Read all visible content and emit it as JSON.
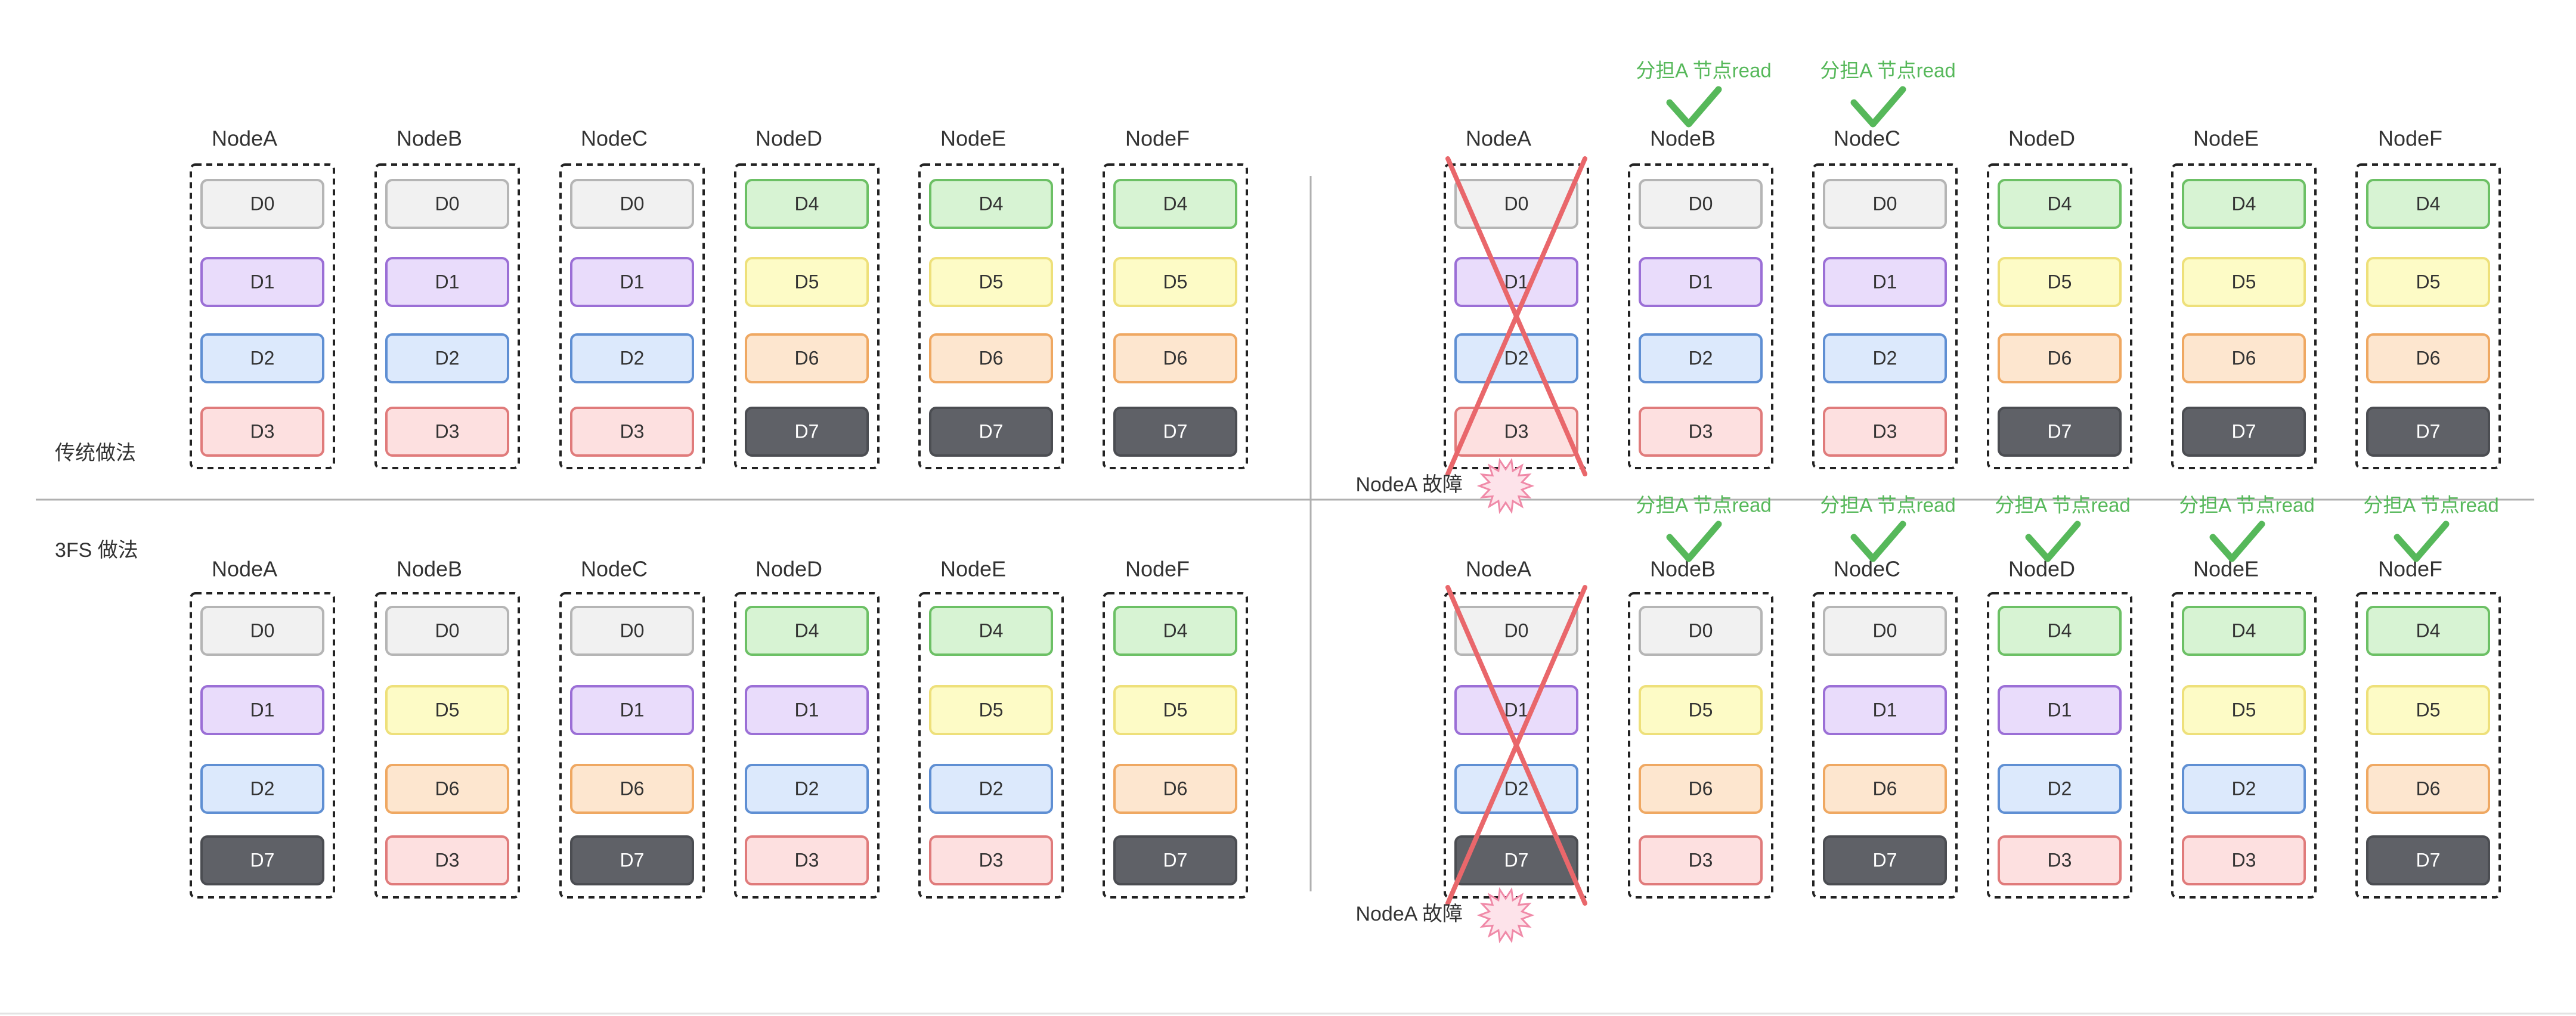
{
  "nodes": [
    "NodeA",
    "NodeB",
    "NodeC",
    "NodeD",
    "NodeE",
    "NodeF"
  ],
  "section_labels": {
    "traditional": "传统做法",
    "3fs": "3FS 做法"
  },
  "failure_label": "NodeA 故障",
  "help_label": "分担A 节点read",
  "chunk_colors": {
    "D0": {
      "fill": "#f1f1f1",
      "stroke": "#b5b5b5",
      "text": "#333333"
    },
    "D1": {
      "fill": "#e9dcfb",
      "stroke": "#9b6fd6",
      "text": "#333333"
    },
    "D2": {
      "fill": "#dce9fc",
      "stroke": "#5f8fd3",
      "text": "#333333"
    },
    "D3": {
      "fill": "#fde0e0",
      "stroke": "#e07b7b",
      "text": "#333333"
    },
    "D4": {
      "fill": "#d7f3d3",
      "stroke": "#6cc065",
      "text": "#333333"
    },
    "D5": {
      "fill": "#fdfbc6",
      "stroke": "#eee07a",
      "text": "#333333"
    },
    "D6": {
      "fill": "#fde6cf",
      "stroke": "#efa862",
      "text": "#333333"
    },
    "D7": {
      "fill": "#5f6167",
      "stroke": "#4b4d52",
      "text": "#ffffff"
    }
  },
  "accent_colors": {
    "cross": "#e9676b",
    "check": "#56b85a",
    "burst": "#f08aa8",
    "divider": "#b0b0b0"
  },
  "panels": [
    {
      "id": "traditional-left",
      "section_label": "traditional",
      "failed_node": null,
      "helpers": [],
      "columns": [
        [
          "D0",
          "D1",
          "D2",
          "D3"
        ],
        [
          "D0",
          "D1",
          "D2",
          "D3"
        ],
        [
          "D0",
          "D1",
          "D2",
          "D3"
        ],
        [
          "D4",
          "D5",
          "D6",
          "D7"
        ],
        [
          "D4",
          "D5",
          "D6",
          "D7"
        ],
        [
          "D4",
          "D5",
          "D6",
          "D7"
        ]
      ]
    },
    {
      "id": "traditional-right",
      "section_label": null,
      "failed_node": 0,
      "helpers": [
        1,
        2
      ],
      "columns": [
        [
          "D0",
          "D1",
          "D2",
          "D3"
        ],
        [
          "D0",
          "D1",
          "D2",
          "D3"
        ],
        [
          "D0",
          "D1",
          "D2",
          "D3"
        ],
        [
          "D4",
          "D5",
          "D6",
          "D7"
        ],
        [
          "D4",
          "D5",
          "D6",
          "D7"
        ],
        [
          "D4",
          "D5",
          "D6",
          "D7"
        ]
      ]
    },
    {
      "id": "3fs-left",
      "section_label": "3fs",
      "failed_node": null,
      "helpers": [],
      "columns": [
        [
          "D0",
          "D1",
          "D2",
          "D7"
        ],
        [
          "D0",
          "D5",
          "D6",
          "D3"
        ],
        [
          "D0",
          "D1",
          "D6",
          "D7"
        ],
        [
          "D4",
          "D1",
          "D2",
          "D3"
        ],
        [
          "D4",
          "D5",
          "D2",
          "D3"
        ],
        [
          "D4",
          "D5",
          "D6",
          "D7"
        ]
      ]
    },
    {
      "id": "3fs-right",
      "section_label": null,
      "failed_node": 0,
      "helpers": [
        1,
        2,
        3,
        4,
        5
      ],
      "columns": [
        [
          "D0",
          "D1",
          "D2",
          "D7"
        ],
        [
          "D0",
          "D5",
          "D6",
          "D3"
        ],
        [
          "D0",
          "D1",
          "D6",
          "D7"
        ],
        [
          "D4",
          "D1",
          "D2",
          "D3"
        ],
        [
          "D4",
          "D5",
          "D2",
          "D3"
        ],
        [
          "D4",
          "D5",
          "D6",
          "D7"
        ]
      ]
    }
  ]
}
